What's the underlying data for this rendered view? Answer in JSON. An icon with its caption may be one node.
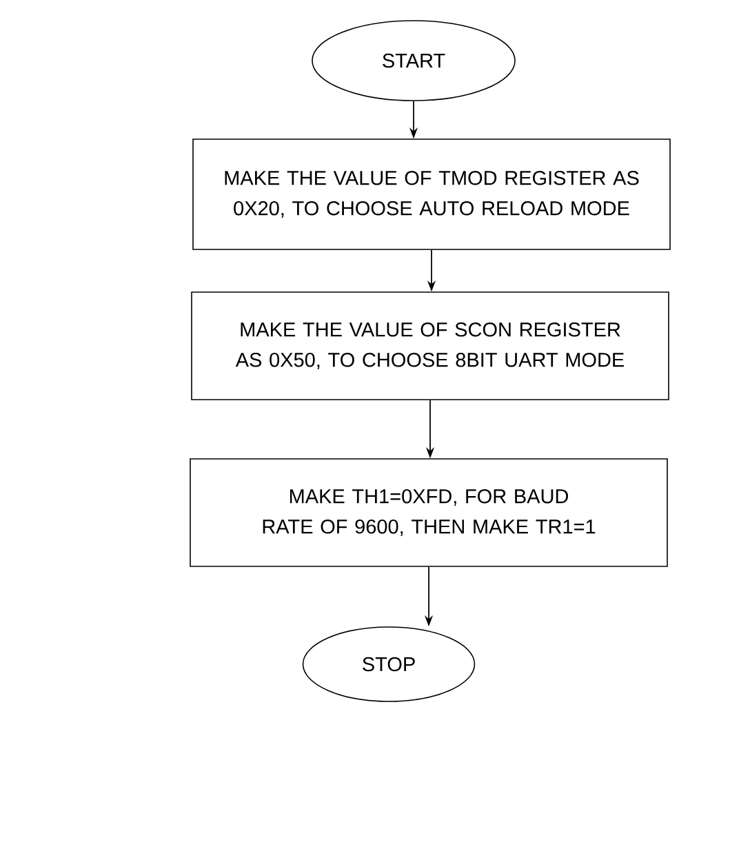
{
  "diagram": {
    "nodes": [
      {
        "text": [
          "START"
        ]
      },
      {
        "text": [
          "MAKE THE VALUE OF TMOD REGISTER AS 0X20, TO CHOOSE AUTO RELOAD MODE"
        ]
      },
      {
        "text": [
          "MAKE THE VALUE OF SCON REGISTER AS 0X50, TO CHOOSE 8BIT UART MODE"
        ]
      },
      {
        "text": [
          "MAKE TH1=0XFD, FOR BAUD RATE OF 9600, THEN MAKE TR1=1"
        ]
      },
      {
        "text": [
          "STOP"
        ]
      }
    ],
    "edges": [
      {
        "from": 0,
        "to": 1,
        "arrow": "to"
      },
      {
        "from": 1,
        "to": 2,
        "arrow": "to"
      },
      {
        "from": 2,
        "to": 3,
        "arrow": "to"
      },
      {
        "from": 3,
        "to": 4,
        "arrow": "to"
      }
    ]
  }
}
